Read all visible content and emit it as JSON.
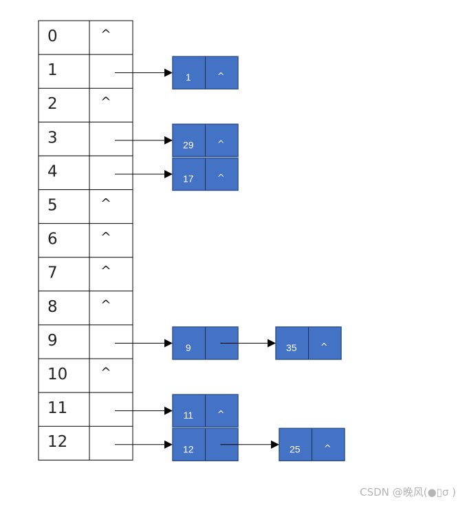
{
  "hash_table": {
    "slots": [
      {
        "index": "0",
        "pointer": "^"
      },
      {
        "index": "1",
        "pointer": ""
      },
      {
        "index": "2",
        "pointer": "^"
      },
      {
        "index": "3",
        "pointer": ""
      },
      {
        "index": "4",
        "pointer": ""
      },
      {
        "index": "5",
        "pointer": "^"
      },
      {
        "index": "6",
        "pointer": "^"
      },
      {
        "index": "7",
        "pointer": "^"
      },
      {
        "index": "8",
        "pointer": "^"
      },
      {
        "index": "9",
        "pointer": ""
      },
      {
        "index": "10",
        "pointer": "^"
      },
      {
        "index": "11",
        "pointer": ""
      },
      {
        "index": "12",
        "pointer": ""
      }
    ],
    "chains": [
      {
        "slot": 1,
        "nodes": [
          {
            "value": "1",
            "next": "^"
          }
        ]
      },
      {
        "slot": 3,
        "nodes": [
          {
            "value": "29",
            "next": "^"
          }
        ]
      },
      {
        "slot": 4,
        "nodes": [
          {
            "value": "17",
            "next": "^"
          }
        ]
      },
      {
        "slot": 9,
        "nodes": [
          {
            "value": "9",
            "next": ""
          },
          {
            "value": "35",
            "next": "^"
          }
        ]
      },
      {
        "slot": 11,
        "nodes": [
          {
            "value": "11",
            "next": "^"
          }
        ]
      },
      {
        "slot": 12,
        "nodes": [
          {
            "value": "12",
            "next": ""
          },
          {
            "value": "25",
            "next": "^"
          }
        ]
      }
    ]
  },
  "colors": {
    "node_fill": "#4472c4",
    "node_stroke": "#2f528f",
    "node_text": "#ffffff"
  },
  "watermark": "CSDN @晚风(●▯σ )"
}
